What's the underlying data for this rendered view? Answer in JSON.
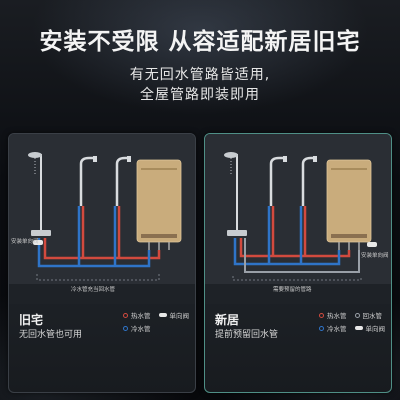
{
  "headline": "安装不受限 从容适配新居旧宅",
  "subline1": "有无回水管路皆适用,",
  "subline2": "全屋管路即装即用",
  "colors": {
    "hot": "#d24a3e",
    "cold": "#2f74c8",
    "return": "#9aa0a8",
    "accent_border": "#4f8f86",
    "heater_body": "#c9ac7c"
  },
  "panels": [
    {
      "title": "旧宅",
      "description": "无回水管也可用",
      "bottom_label": "冷水管充当回水管",
      "side_label": "安装单向阀",
      "legend": [
        {
          "label": "热水管",
          "icon": "hot-dot-icon"
        },
        {
          "label": "单向阀",
          "icon": "check-valve-icon"
        },
        {
          "label": "冷水管",
          "icon": "cold-dot-icon"
        }
      ]
    },
    {
      "title": "新居",
      "description": "提前预留回水管",
      "bottom_label": "需要预留的管路",
      "side_label": "安装单向阀",
      "legend": [
        {
          "label": "热水管",
          "icon": "hot-dot-icon"
        },
        {
          "label": "回水管",
          "icon": "return-dot-icon"
        },
        {
          "label": "冷水管",
          "icon": "cold-dot-icon"
        },
        {
          "label": "单向阀",
          "icon": "check-valve-icon"
        }
      ]
    }
  ]
}
